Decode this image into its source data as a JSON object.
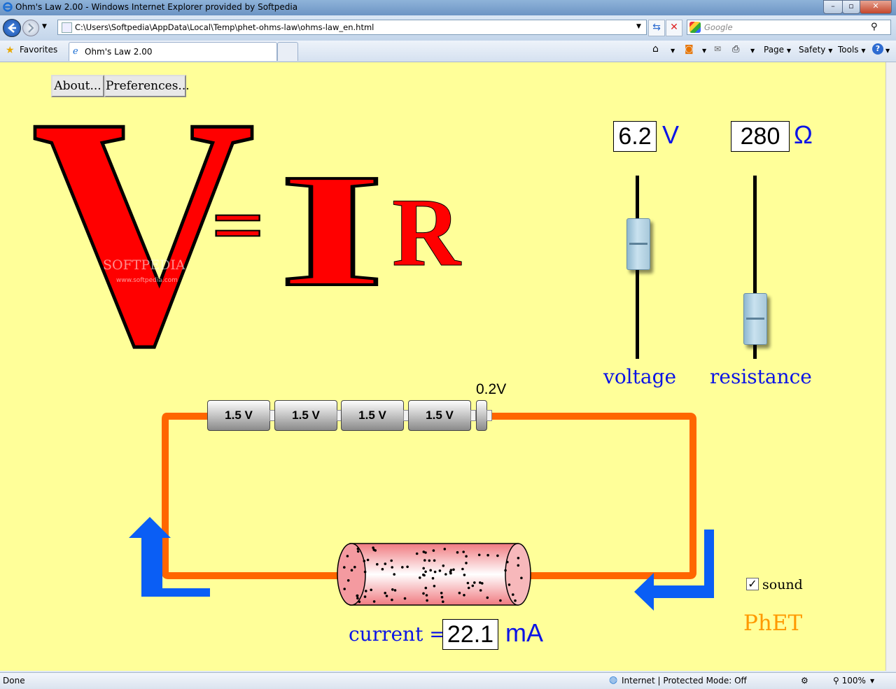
{
  "window": {
    "title": "Ohm's Law 2.00 - Windows Internet Explorer provided by Softpedia"
  },
  "browser": {
    "address": "C:\\Users\\Softpedia\\AppData\\Local\\Temp\\phet-ohms-law\\ohms-law_en.html",
    "search_placeholder": "Google",
    "favorites": "Favorites",
    "tab_title": "Ohm's Law 2.00",
    "menu": {
      "page": "Page",
      "safety": "Safety",
      "tools": "Tools"
    }
  },
  "status": {
    "left": "Done",
    "zone": "Internet | Protected Mode: Off",
    "zoom": "100%"
  },
  "sim": {
    "about_label": "About...",
    "preferences_label": "Preferences...",
    "equation": {
      "v": "V",
      "eq": "=",
      "i": "I",
      "r": "R"
    },
    "watermark": "SOFTPEDIA",
    "watermark_url": "www.softpedia.com",
    "voltage": {
      "value": "6.2",
      "unit": "V",
      "label": "voltage",
      "level": 0.62
    },
    "resistance": {
      "value": "280",
      "unit": "Ω",
      "label": "resistance",
      "level": 0.28
    },
    "batteries": [
      "1.5 V",
      "1.5 V",
      "1.5 V",
      "1.5 V"
    ],
    "small_battery_label": "0.2V",
    "current": {
      "label": "current =",
      "value": "22.1",
      "unit": "mA"
    },
    "sound_label": "sound",
    "sound_checked": true,
    "logo": "PhET",
    "colors": {
      "background": "#ffff99",
      "formula": "#ff0000",
      "wire": "#ff6600",
      "arrow": "#0a5ef5",
      "text_blue": "#0b14e6",
      "logo": "#ff9900"
    }
  }
}
